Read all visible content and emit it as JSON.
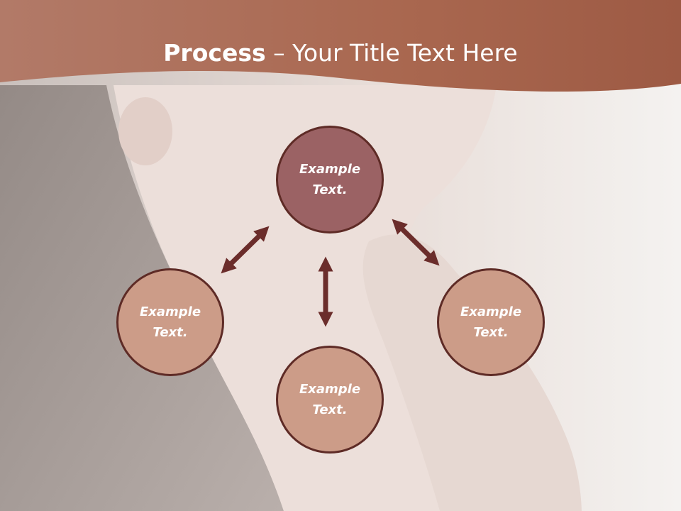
{
  "slide": {
    "title_bold": "Process",
    "title_rest": " – Your Title Text Here"
  },
  "nodes": {
    "top": "Example Text.",
    "left": "Example Text.",
    "bottom": "Example Text.",
    "right": "Example Text."
  },
  "colors": {
    "header": "#a86a53",
    "node_dark": "#9b6264",
    "node_light": "#cc9c88",
    "arrow": "#6b2d2b",
    "outline": "#5e2b26"
  }
}
